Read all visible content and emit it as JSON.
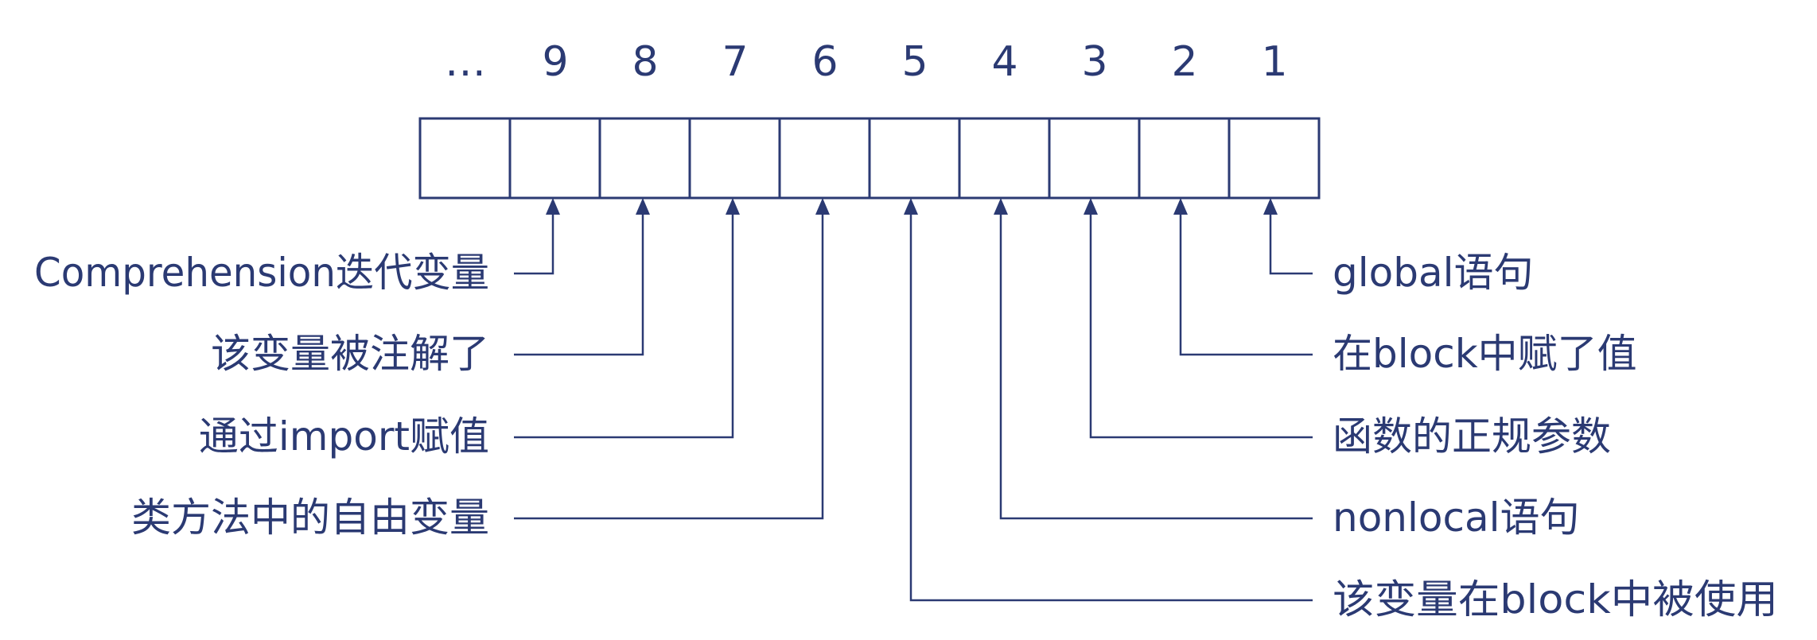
{
  "bit_numbers": [
    "…",
    "9",
    "8",
    "7",
    "6",
    "5",
    "4",
    "3",
    "2",
    "1"
  ],
  "left_labels": [
    {
      "bit": "9",
      "text": "Comprehension迭代变量"
    },
    {
      "bit": "8",
      "text": "该变量被注解了"
    },
    {
      "bit": "7",
      "text": "通过import赋值"
    },
    {
      "bit": "6",
      "text": "类方法中的自由变量"
    }
  ],
  "right_labels": [
    {
      "bit": "1",
      "text": "global语句"
    },
    {
      "bit": "2",
      "text": "在block中赋了值"
    },
    {
      "bit": "3",
      "text": "函数的正规参数"
    },
    {
      "bit": "4",
      "text": "nonlocal语句"
    },
    {
      "bit": "5",
      "text": "该变量在block中被使用"
    }
  ],
  "colors": {
    "stroke": "#2b3a73",
    "background": "#ffffff"
  }
}
